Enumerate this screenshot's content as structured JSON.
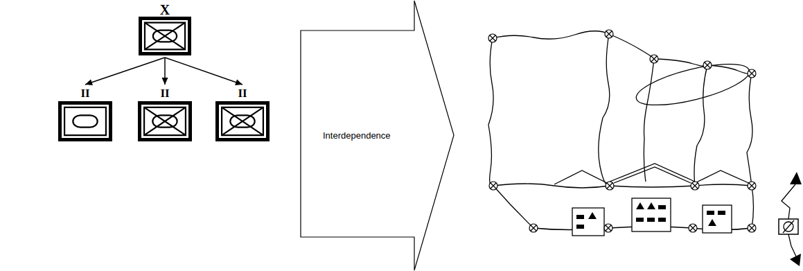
{
  "diagram": {
    "nodes": [
      {
        "text": [
          "X"
        ]
      },
      {
        "text": [
          "II"
        ]
      },
      {
        "text": [
          "II"
        ]
      },
      {
        "text": [
          "II"
        ]
      },
      {
        "text": [
          "Interdependence"
        ]
      }
    ],
    "edges": [
      {
        "from": 0,
        "to": 1,
        "arrow": "to"
      },
      {
        "from": 0,
        "to": 2,
        "arrow": "to"
      },
      {
        "from": 0,
        "to": 3,
        "arrow": "to"
      }
    ]
  }
}
